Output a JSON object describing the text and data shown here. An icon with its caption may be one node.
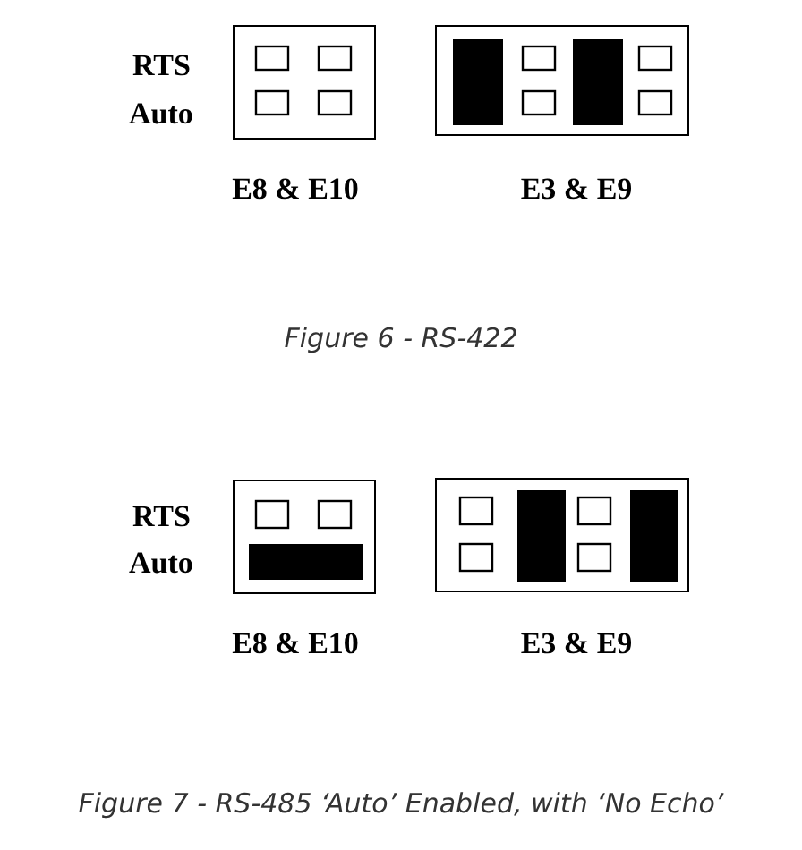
{
  "diagram": {
    "nodes": [
      {
        "text": [],
        "shape": "box",
        "beside": [
          "E8 & E10"
        ]
      },
      {
        "text": [],
        "shape": "box",
        "beside": [
          "E3 & E9"
        ]
      },
      {
        "text": [],
        "shape": "box",
        "beside": [
          "E8 & E10"
        ]
      },
      {
        "text": [],
        "shape": "box",
        "beside": [
          "E3 & E9"
        ]
      }
    ],
    "edges": [],
    "labels": [
      "RTS",
      "Auto",
      "Figure 6 - RS-422",
      "RTS",
      "Auto",
      "Figure 7 - RS-485 ‘Auto’ Enabled, with ‘No Echo’"
    ]
  }
}
